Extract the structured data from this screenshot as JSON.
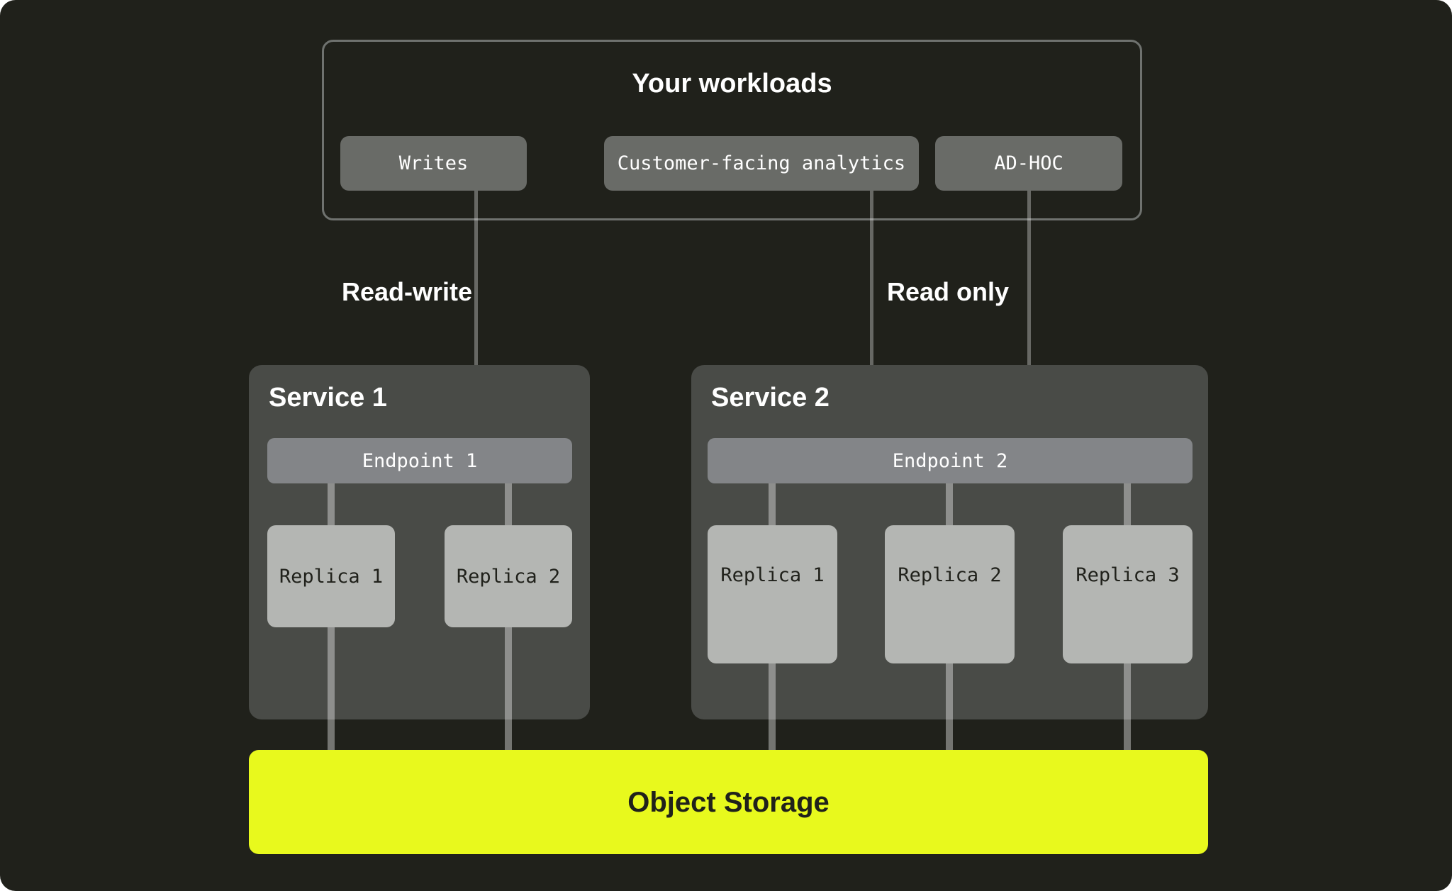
{
  "workloads": {
    "title": "Your workloads",
    "buttons": [
      {
        "label": "Writes"
      },
      {
        "label": "Customer-facing analytics"
      },
      {
        "label": "AD-HOC"
      }
    ]
  },
  "flow_labels": {
    "read_write": "Read-write",
    "read_only": "Read only"
  },
  "services": [
    {
      "title": "Service 1",
      "endpoint": "Endpoint 1",
      "replicas": [
        {
          "label": "Replica 1"
        },
        {
          "label": "Replica 2"
        }
      ]
    },
    {
      "title": "Service 2",
      "endpoint": "Endpoint 2",
      "replicas": [
        {
          "label": "Replica 1"
        },
        {
          "label": "Replica 2"
        },
        {
          "label": "Replica 3"
        }
      ]
    }
  ],
  "storage": {
    "label": "Object Storage"
  },
  "colors": {
    "canvas_bg": "#20211b",
    "box_border": "#6f726f",
    "node_button_bg": "#696b67",
    "service_bg": "#494b47",
    "endpoint_bg": "#838588",
    "replica_bg": "#b4b6b3",
    "replica_text": "#20211b",
    "storage_bg": "#e8f91d",
    "storage_text": "#20211b",
    "connector_line": "rgba(255,255,255,0.38)",
    "label_text": "#ffffff"
  }
}
